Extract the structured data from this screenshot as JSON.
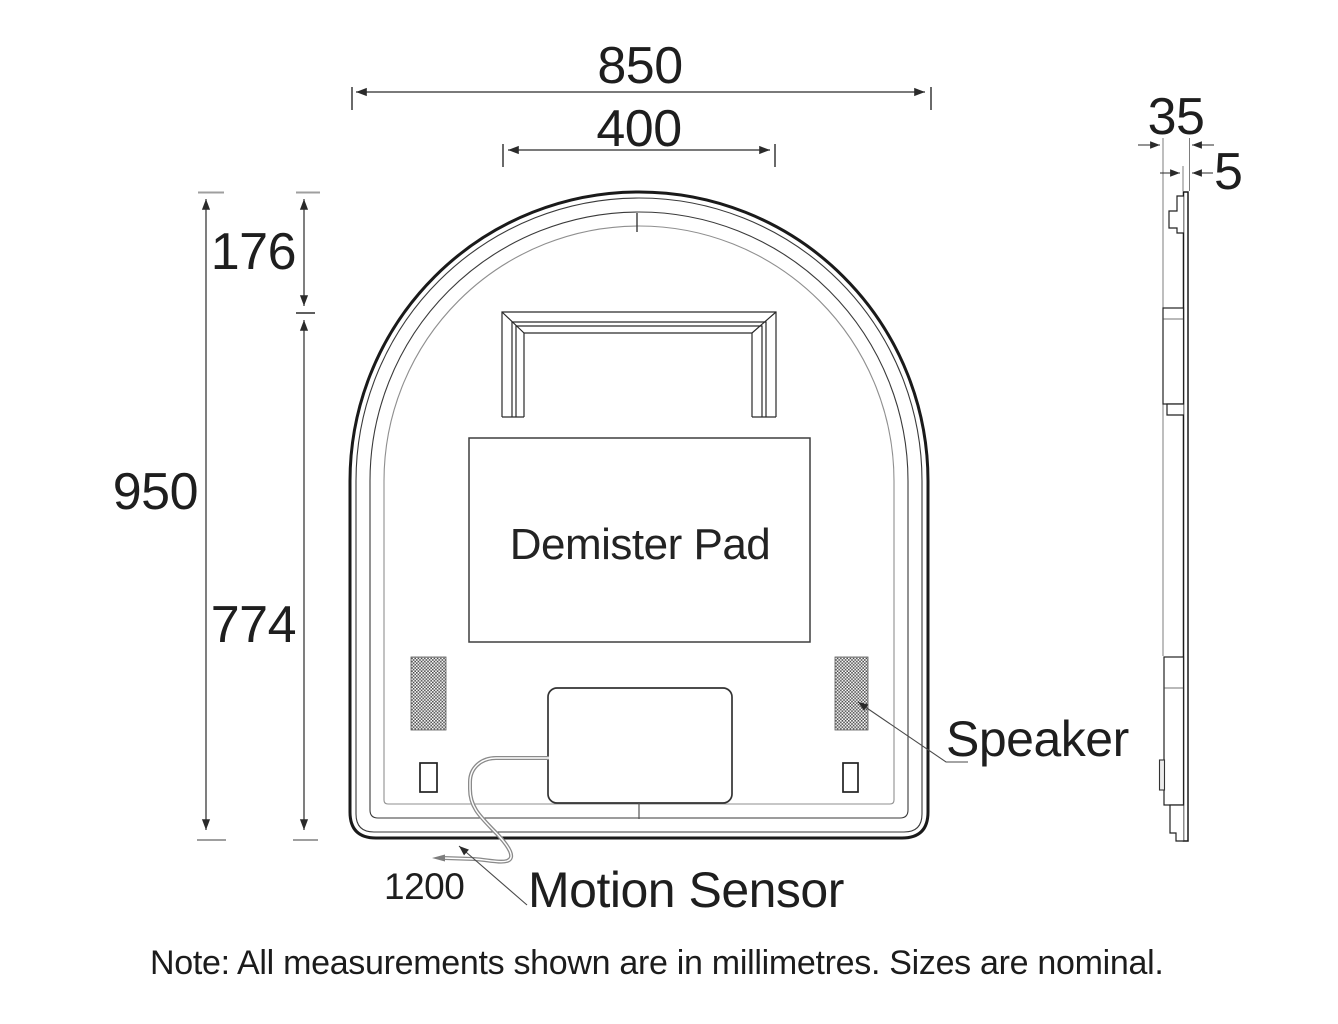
{
  "diagram": {
    "front_view": {
      "dimensions": {
        "overall_width_mm": "850",
        "bracket_width_mm": "400",
        "overall_height_mm": "950",
        "top_to_bracket_mm": "176",
        "bracket_to_bottom_mm": "774",
        "cable_length_mm": "1200"
      },
      "labels": {
        "demister_pad": "Demister Pad",
        "speaker": "Speaker",
        "motion_sensor": "Motion Sensor"
      }
    },
    "side_view": {
      "dimensions": {
        "depth_mm": "35",
        "glass_thickness_mm": "5"
      }
    },
    "note": "Note: All measurements shown are in millimetres. Sizes are nominal.",
    "units": "millimetres"
  },
  "colors": {
    "line": "#1a1a1a",
    "thin_line": "#3a3a3a",
    "light_line": "#9a9a9a",
    "cable": "#8a8a8a",
    "hatch": "#4f4f4f",
    "background": "#ffffff"
  }
}
